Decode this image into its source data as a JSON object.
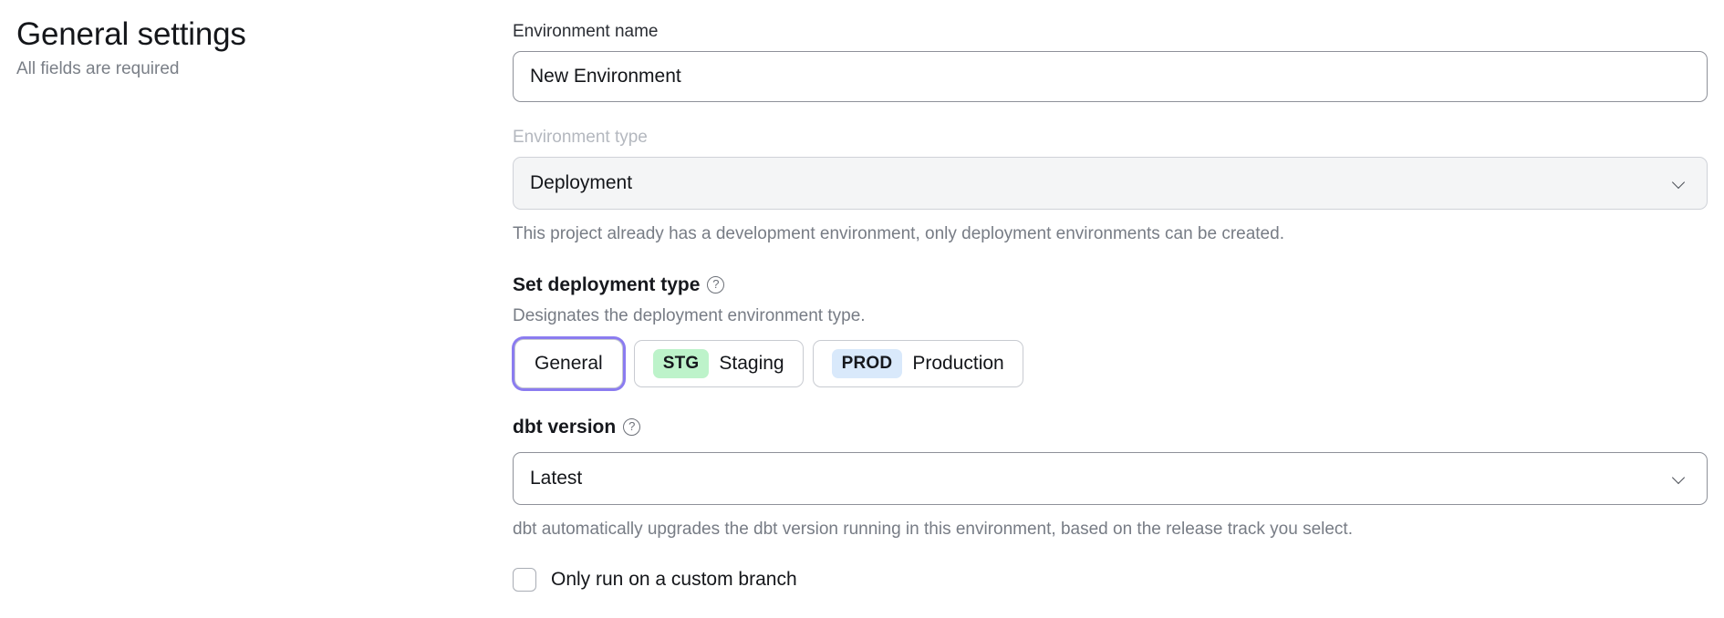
{
  "header": {
    "title": "General settings",
    "subtitle": "All fields are required"
  },
  "form": {
    "environment_name": {
      "label": "Environment name",
      "value": "New Environment",
      "placeholder": "Environment name"
    },
    "environment_type": {
      "label": "Environment type",
      "value": "Deployment",
      "disabled_label": true,
      "helper": "This project already has a development environment, only deployment environments can be created.",
      "chevron_icon": "chevron-down-icon"
    },
    "deployment_type": {
      "heading": "Set deployment type",
      "help_icon": "help-circle-icon",
      "help_glyph": "?",
      "description": "Designates the deployment environment type.",
      "options": [
        {
          "label": "General",
          "badge": "",
          "badge_kind": "",
          "selected": true
        },
        {
          "label": "Staging",
          "badge": "STG",
          "badge_kind": "stg",
          "selected": false
        },
        {
          "label": "Production",
          "badge": "PROD",
          "badge_kind": "prod",
          "selected": false
        }
      ]
    },
    "dbt_version": {
      "label": "dbt version",
      "help_icon": "help-circle-icon",
      "help_glyph": "?",
      "value": "Latest",
      "helper": "dbt automatically upgrades the dbt version running in this environment, based on the release track you select.",
      "chevron_icon": "chevron-down-icon"
    },
    "custom_branch": {
      "label": "Only run on a custom branch",
      "checked": false
    }
  },
  "colors": {
    "focus_ring": "#8b7cf0",
    "badge_stg_bg": "#bdf3ca",
    "badge_prod_bg": "#d9e9fb",
    "disabled_field_bg": "#f4f5f6",
    "border": "#8e9199",
    "muted_text": "#777c85"
  }
}
